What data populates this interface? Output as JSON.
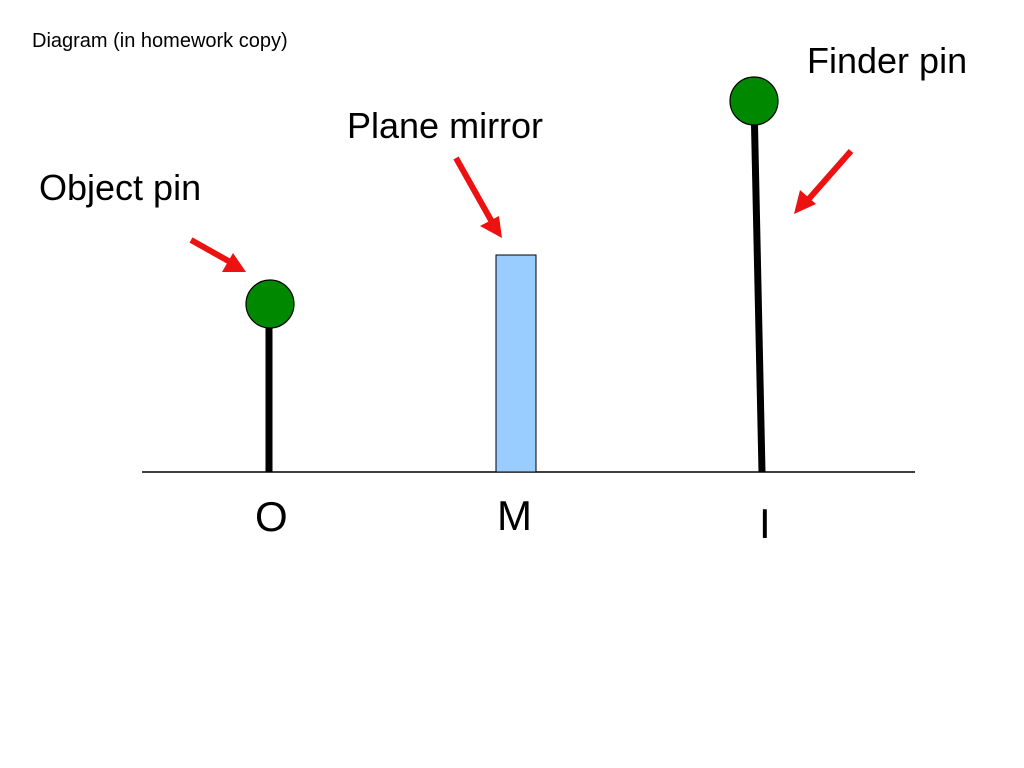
{
  "caption": "Diagram (in homework copy)",
  "labels": {
    "object_pin": "Object pin",
    "plane_mirror": "Plane mirror",
    "finder_pin": "Finder pin",
    "point_o": "O",
    "point_m": "M",
    "point_i": "I"
  },
  "colors": {
    "pin_head": "#008800",
    "mirror": "#99ccff",
    "arrow": "#ee1111",
    "line": "#000000"
  },
  "icons": {
    "object_pin": "green-pin-icon",
    "finder_pin": "green-pin-icon",
    "arrow": "red-arrow-icon"
  }
}
